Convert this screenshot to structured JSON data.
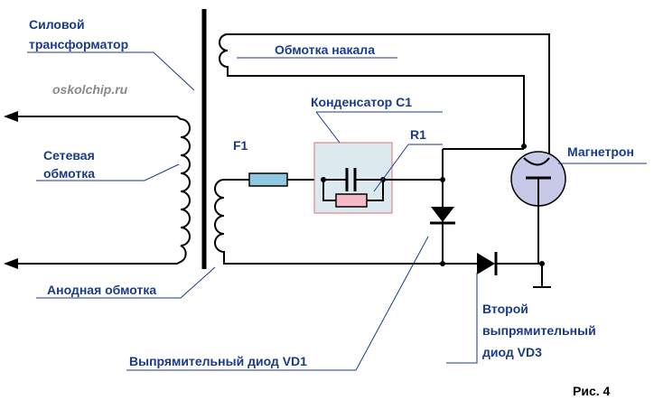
{
  "labels": {
    "power_transformer_line1": "Силовой",
    "power_transformer_line2": "трансформатор",
    "watermark": "oskolchip.ru",
    "primary_winding_line1": "Сетевая",
    "primary_winding_line2": "обмотка",
    "anode_winding": "Анодная обмотка",
    "filament_winding": "Обмотка накала",
    "capacitor": "Конденсатор С1",
    "fuse": "F1",
    "resistor": "R1",
    "magnetron": "Магнетрон",
    "diode_vd1": "Выпрямительный диод  VD1",
    "diode_vd3_line1": "Второй",
    "diode_vd3_line2": "выпрямительный",
    "diode_vd3_line3": "диод  VD3",
    "figure": "Рис.  4"
  },
  "colors": {
    "label_text": "#1a3a8a",
    "capacitor_box": "#dceaf0",
    "capacitor_box_border": "#e07070",
    "fuse_fill": "#8fc8e0",
    "resistor_fill": "#f4b8c8",
    "magnetron_fill": "#c8c8e8"
  }
}
